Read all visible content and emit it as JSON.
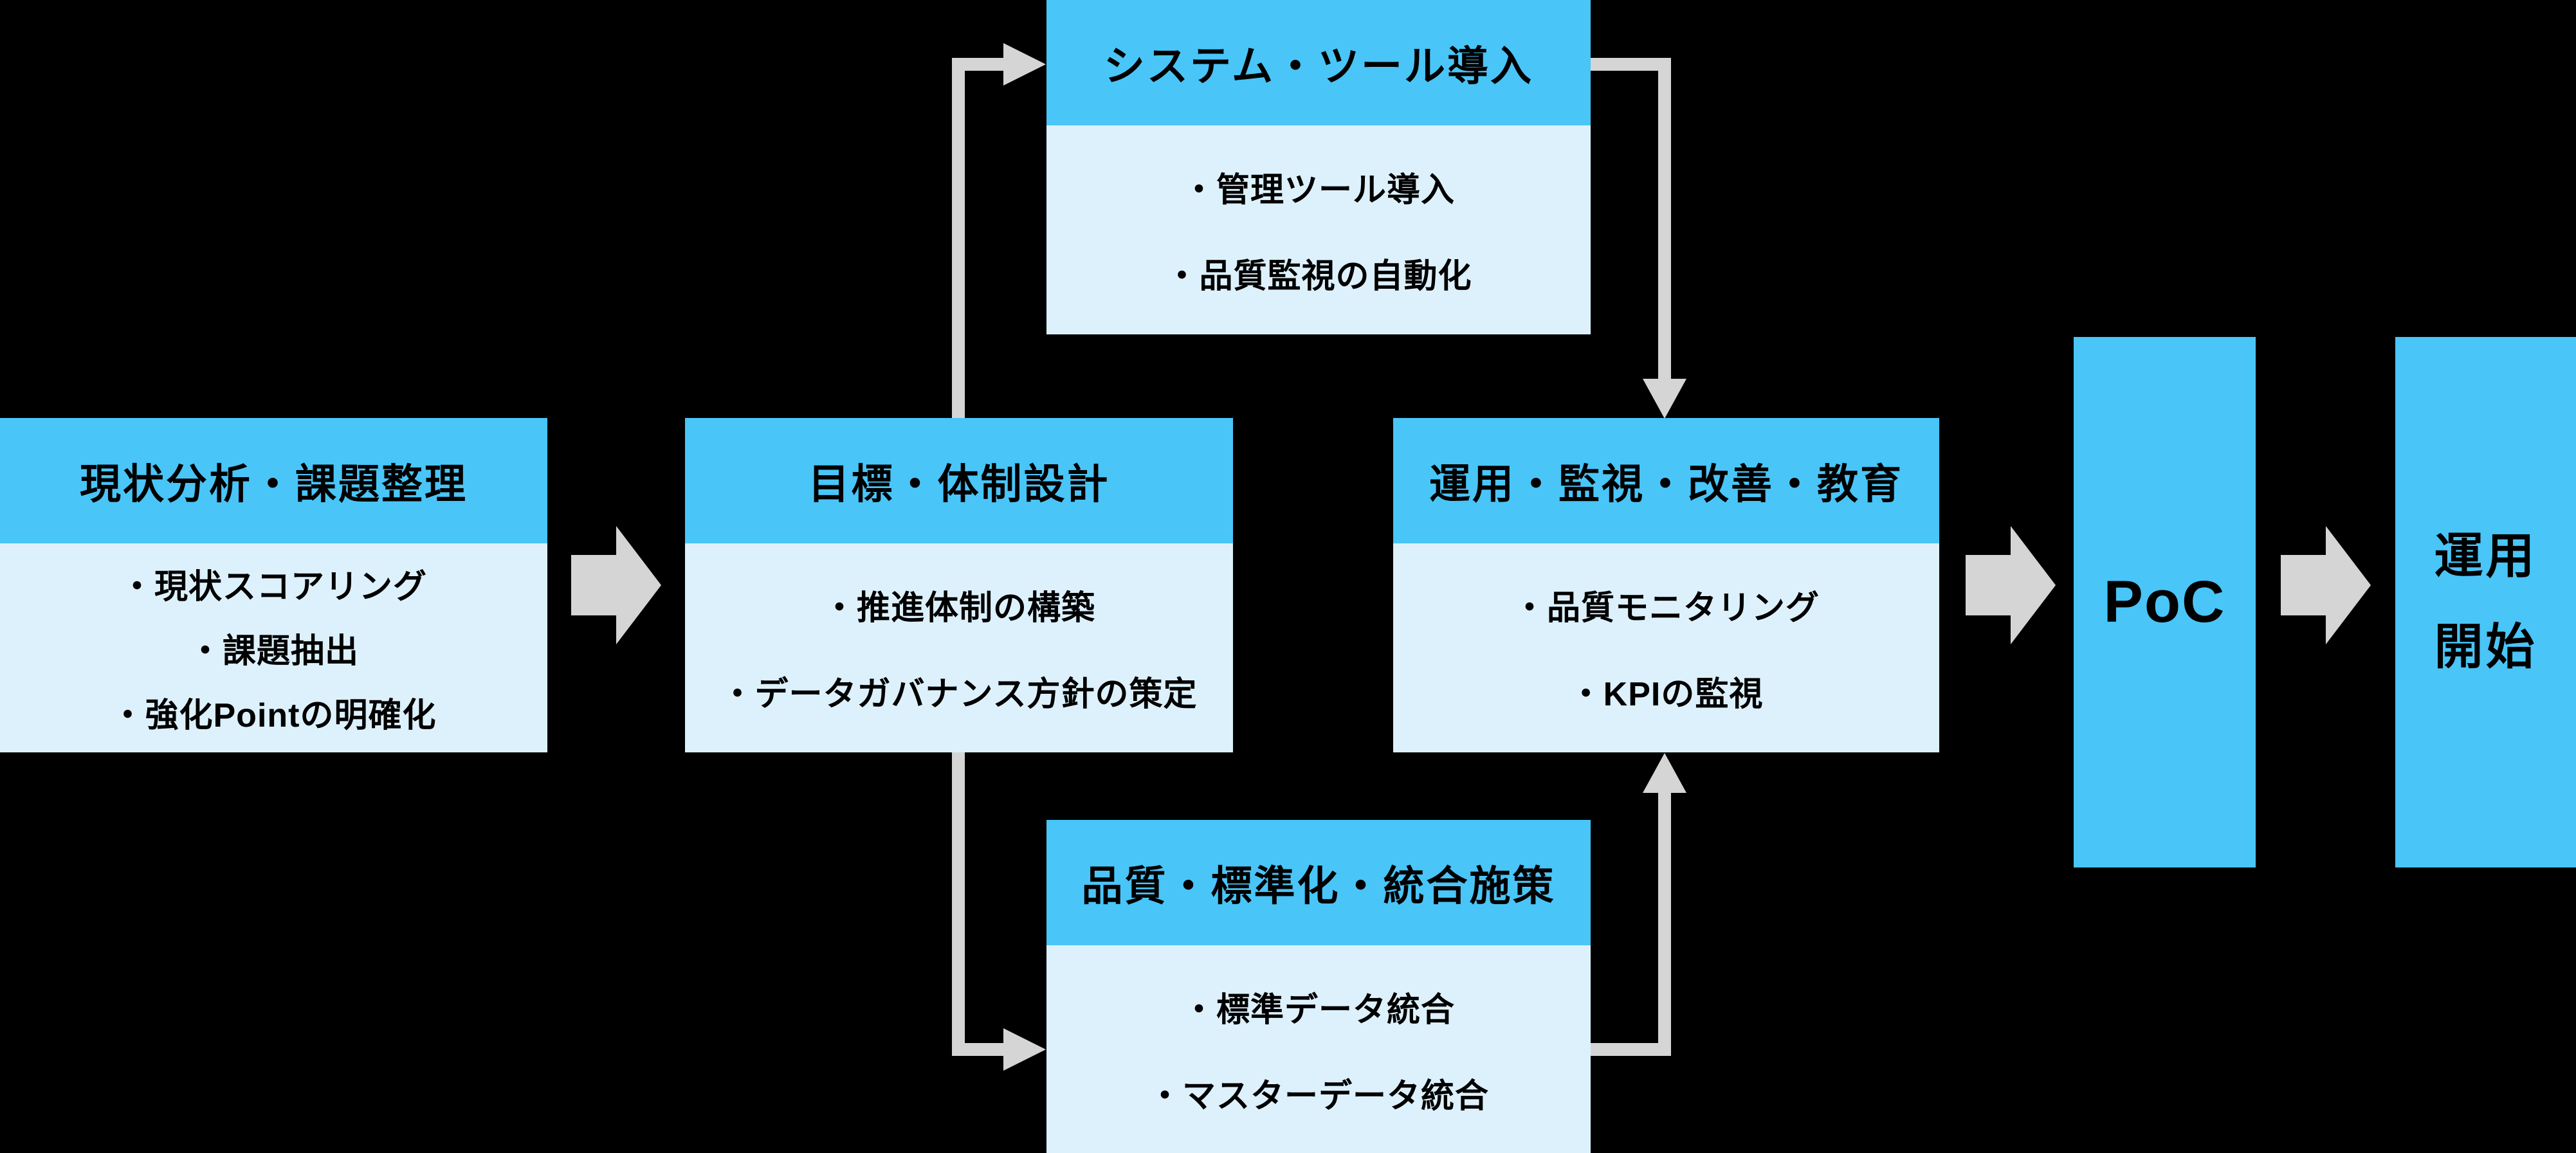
{
  "diagram": {
    "colors": {
      "bg": "#000000",
      "header": "#49C5F8",
      "body": "#DDF1FC",
      "arrow": "#D5D5D5",
      "text": "#000000"
    },
    "stages": [
      {
        "id": "current-analysis",
        "title": "現状分析・課題整理",
        "items": [
          "・現状スコアリング",
          "・課題抽出",
          "・強化Pointの明確化"
        ]
      },
      {
        "id": "goal-structure-design",
        "title": "目標・体制設計",
        "items": [
          "・推進体制の構築",
          "・データガバナンス方針の策定"
        ]
      },
      {
        "id": "system-tool-adoption",
        "title": "システム・ツール導入",
        "items": [
          "・管理ツール導入",
          "・品質監視の自動化"
        ]
      },
      {
        "id": "quality-standardization-integration",
        "title": "品質・標準化・統合施策",
        "items": [
          "・標準データ統合",
          "・マスターデータ統合"
        ]
      },
      {
        "id": "operation-monitoring-improvement-education",
        "title": "運用・監視・改善・教育",
        "items": [
          "・品質モニタリング",
          "・KPIの監視"
        ]
      }
    ],
    "milestones": [
      {
        "id": "poc",
        "title": "PoC"
      },
      {
        "id": "operation-start",
        "title": "運用開始",
        "lines": [
          "運用",
          "開始"
        ]
      }
    ]
  }
}
